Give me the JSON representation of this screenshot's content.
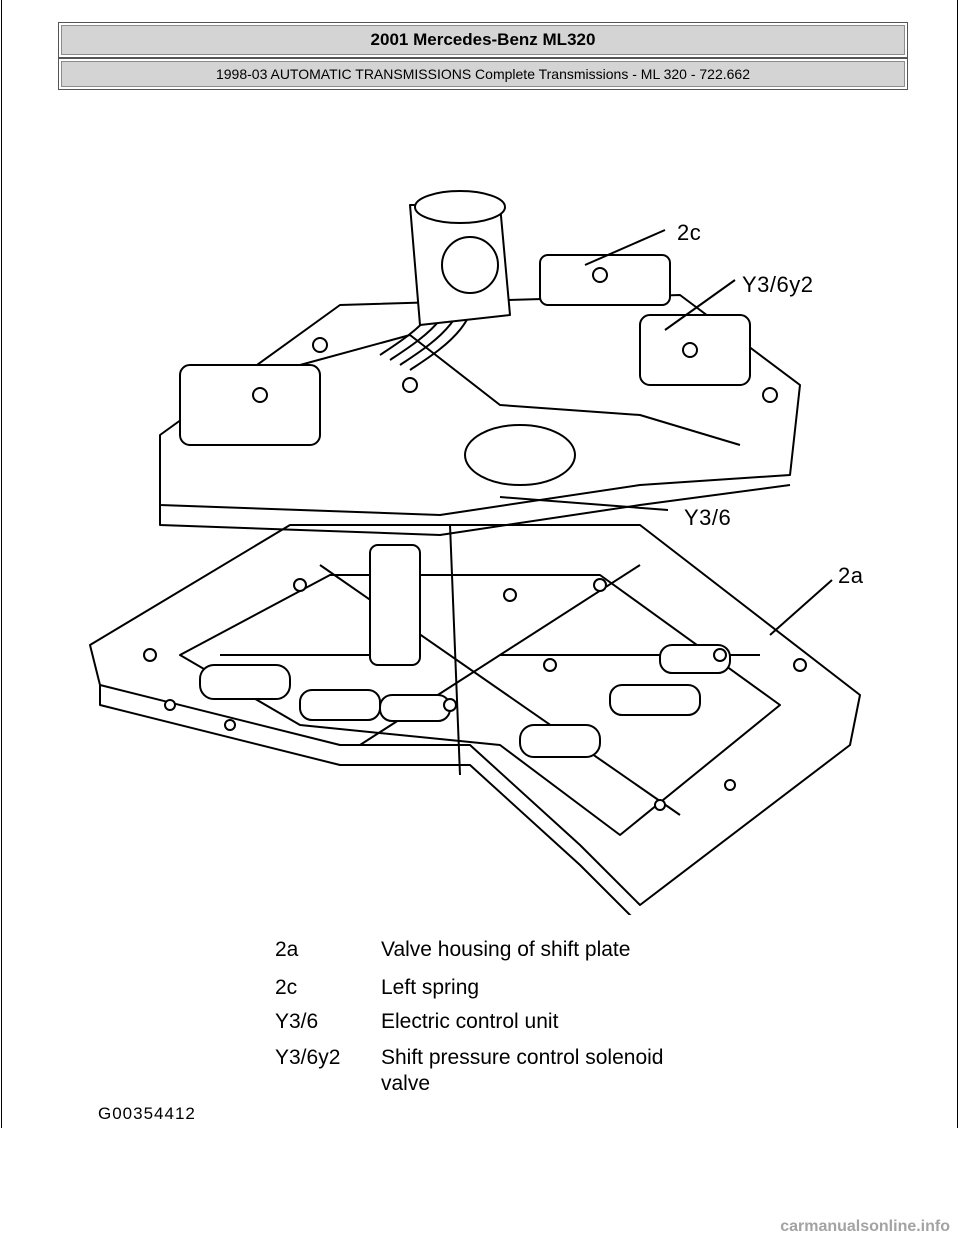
{
  "header": {
    "title": "2001 Mercedes-Benz ML320",
    "subtitle": "1998-03 AUTOMATIC TRANSMISSIONS Complete Transmissions - ML 320 - 722.662"
  },
  "callouts": {
    "c2c": "2c",
    "y36y2": "Y3/6y2",
    "y36": "Y3/6",
    "c2a": "2a"
  },
  "legend": [
    {
      "code": "2a",
      "desc": "Valve housing of shift plate"
    },
    {
      "code": "2c",
      "desc": "Left spring"
    },
    {
      "code": "Y3/6",
      "desc": "Electric control unit"
    },
    {
      "code": "Y3/6y2",
      "desc": "Shift pressure control solenoid",
      "desc2": "valve"
    }
  ],
  "figure_id": "G00354412",
  "watermark": "carmanualsonline.info"
}
